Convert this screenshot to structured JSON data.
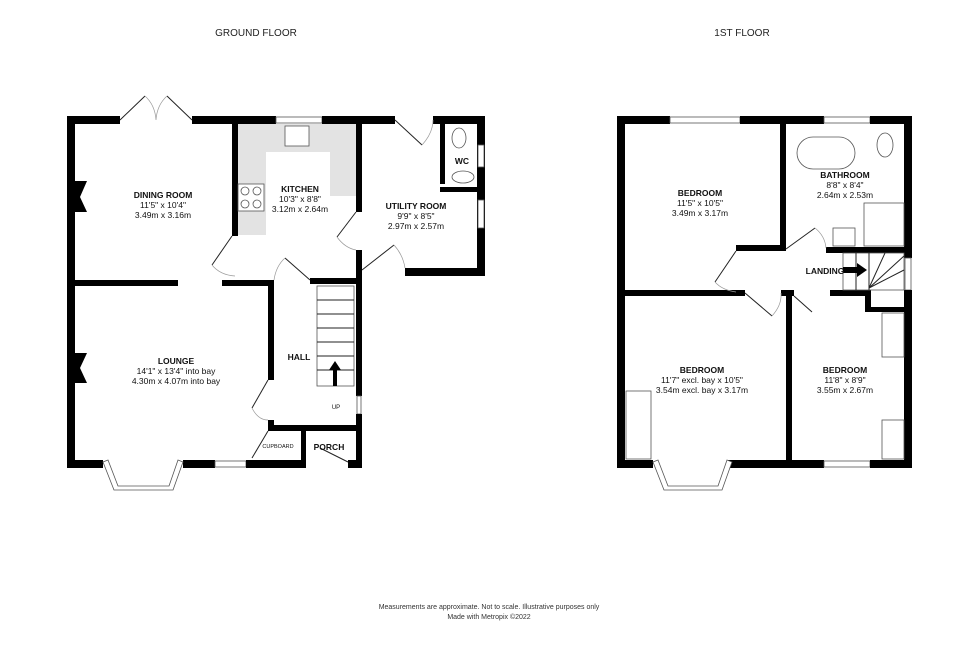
{
  "floors": [
    {
      "title": "GROUND FLOOR",
      "rooms": [
        {
          "name": "DINING ROOM",
          "imperial": "11'5\"  x 10'4\"",
          "metric": "3.49m  x 3.16m"
        },
        {
          "name": "KITCHEN",
          "imperial": "10'3\"  x 8'8\"",
          "metric": "3.12m  x 2.64m"
        },
        {
          "name": "UTILITY ROOM",
          "imperial": "9'9\"  x 8'5\"",
          "metric": "2.97m  x 2.57m"
        },
        {
          "name": "WC"
        },
        {
          "name": "LOUNGE",
          "imperial": "14'1\"  x 13'4\" into bay",
          "metric": "4.30m  x 4.07m into bay"
        },
        {
          "name": "HALL"
        },
        {
          "name": "CUPBOARD"
        },
        {
          "name": "PORCH"
        }
      ],
      "stairs_label": "UP"
    },
    {
      "title": "1ST FLOOR",
      "rooms": [
        {
          "name": "BEDROOM",
          "imperial": "11'5\"  x 10'5\"",
          "metric": "3.49m  x 3.17m"
        },
        {
          "name": "BATHROOM",
          "imperial": "8'8\"  x 8'4\"",
          "metric": "2.64m  x 2.53m"
        },
        {
          "name": "LANDING"
        },
        {
          "name": "BEDROOM",
          "imperial": "11'7\" excl. bay x 10'5\"",
          "metric": "3.54m excl. bay x 3.17m"
        },
        {
          "name": "BEDROOM",
          "imperial": "11'8\"  x 8'9\"",
          "metric": "3.55m  x 2.67m"
        }
      ]
    }
  ],
  "footer": {
    "line1": "Measurements are approximate.  Not to scale.  Illustrative purposes only",
    "line2": "Made with Metropix ©2022"
  },
  "colors": {
    "walls": "#000000",
    "kitchen_worktop": "#e3e3e3"
  }
}
